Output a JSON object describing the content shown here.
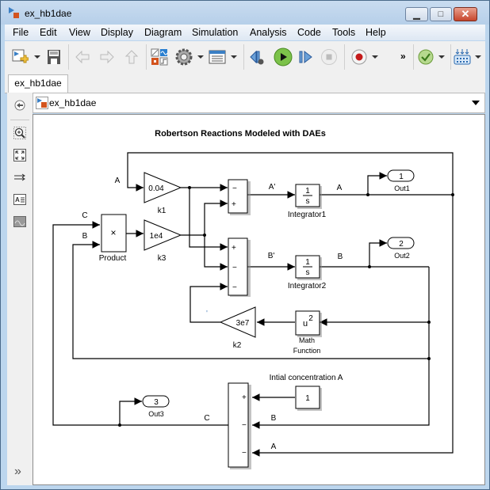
{
  "window": {
    "title": "ex_hb1dae",
    "minimize": "▁",
    "maximize": "□",
    "close": "✕"
  },
  "menu": [
    "File",
    "Edit",
    "View",
    "Display",
    "Diagram",
    "Simulation",
    "Analysis",
    "Code",
    "Tools",
    "Help"
  ],
  "toolbar": {
    "icons": [
      "new-model-icon",
      "save-icon",
      "back-icon",
      "forward-icon",
      "up-icon",
      "library-browser-icon",
      "model-config-icon",
      "model-explorer-icon",
      "step-back-icon",
      "run-icon",
      "step-forward-icon",
      "stop-icon",
      "record-icon",
      "more-icon",
      "check-icon",
      "keyboard-icon"
    ],
    "more_label": "»"
  },
  "tabs": [
    {
      "label": "ex_hb1dae",
      "active": true
    }
  ],
  "address": {
    "path": "ex_hb1dae"
  },
  "leftbar": {
    "expand_label": "»"
  },
  "diagram": {
    "title": "Robertson Reactions Modeled with DAEs",
    "blocks": {
      "k1": {
        "value": "0.04",
        "name": "k1"
      },
      "k3": {
        "value": "1e4",
        "name": "k3"
      },
      "k2": {
        "value": "3e7",
        "name": "k2"
      },
      "product": {
        "symbol": "×",
        "name": "Product"
      },
      "integrator1": {
        "num": "1",
        "den": "s",
        "name": "Integrator1"
      },
      "integrator2": {
        "num": "1",
        "den": "s",
        "name": "Integrator2"
      },
      "math": {
        "base": "u",
        "exp": "2",
        "name1": "Math",
        "name2": "Function"
      },
      "out1": {
        "port": "1",
        "name": "Out1"
      },
      "out2": {
        "port": "2",
        "name": "Out2"
      },
      "out3": {
        "port": "3",
        "name": "Out3"
      },
      "const": {
        "value": "1",
        "name": "Intial concentration A"
      },
      "sum1": {
        "signs": [
          "−",
          "+"
        ]
      },
      "sum2": {
        "signs": [
          "+",
          "−",
          "−"
        ]
      },
      "sum3": {
        "signs": [
          "+",
          "−",
          "−"
        ]
      }
    },
    "signals": {
      "A_in": "A",
      "C_in": "C",
      "B_in": "B",
      "A_prime": "A'",
      "A_out": "A",
      "B_prime": "B'",
      "B_out": "B",
      "k2_tick": "'",
      "C_bottom": "C",
      "B_bottom": "B",
      "A_bottom": "A"
    }
  }
}
